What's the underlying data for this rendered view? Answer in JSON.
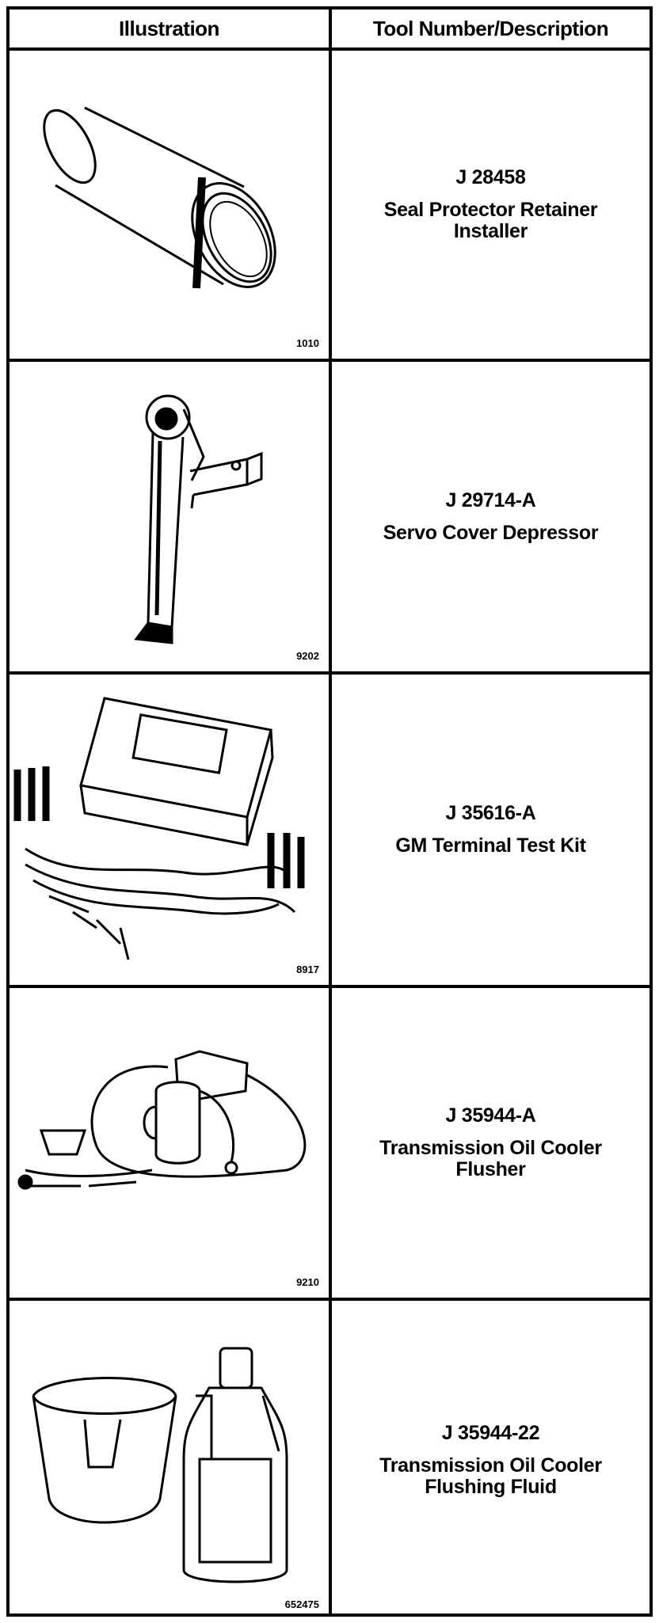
{
  "table": {
    "headers": {
      "illustration": "Illustration",
      "tool": "Tool Number/Description"
    },
    "rows": [
      {
        "figure_number": "1010",
        "tool_number": "J 28458",
        "description_line1": "Seal Protector Retainer",
        "description_line2": "Installer",
        "illustration_icon": "seal-protector-retainer-installer-icon"
      },
      {
        "figure_number": "9202",
        "tool_number": "J 29714-A",
        "description_line1": "Servo Cover Depressor",
        "description_line2": "",
        "illustration_icon": "servo-cover-depressor-icon"
      },
      {
        "figure_number": "8917",
        "tool_number": "J 35616-A",
        "description_line1": "GM Terminal Test Kit",
        "description_line2": "",
        "illustration_icon": "terminal-test-kit-icon"
      },
      {
        "figure_number": "9210",
        "tool_number": "J 35944-A",
        "description_line1": "Transmission Oil Cooler",
        "description_line2": "Flusher",
        "illustration_icon": "oil-cooler-flusher-icon"
      },
      {
        "figure_number": "652475",
        "tool_number": "J 35944-22",
        "description_line1": "Transmission Oil Cooler",
        "description_line2": "Flushing Fluid",
        "illustration_icon": "flushing-fluid-icon"
      }
    ]
  }
}
